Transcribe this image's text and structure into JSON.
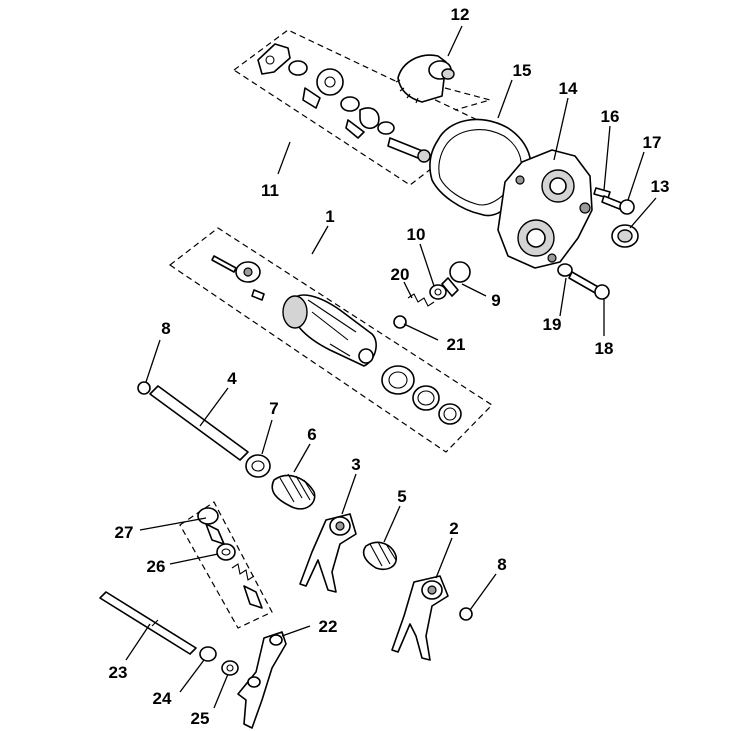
{
  "labels": {
    "n1": "1",
    "n2": "2",
    "n3": "3",
    "n4": "4",
    "n5": "5",
    "n6": "6",
    "n7": "7",
    "n8": "8",
    "n9": "9",
    "n10": "10",
    "n11": "11",
    "n12": "12",
    "n13": "13",
    "n14": "14",
    "n15": "15",
    "n16": "16",
    "n17": "17",
    "n18": "18",
    "n19": "19",
    "n20": "20",
    "n21": "21",
    "n22": "22",
    "n23": "23",
    "n24": "24",
    "n25": "25",
    "n26": "26",
    "n27": "27"
  }
}
